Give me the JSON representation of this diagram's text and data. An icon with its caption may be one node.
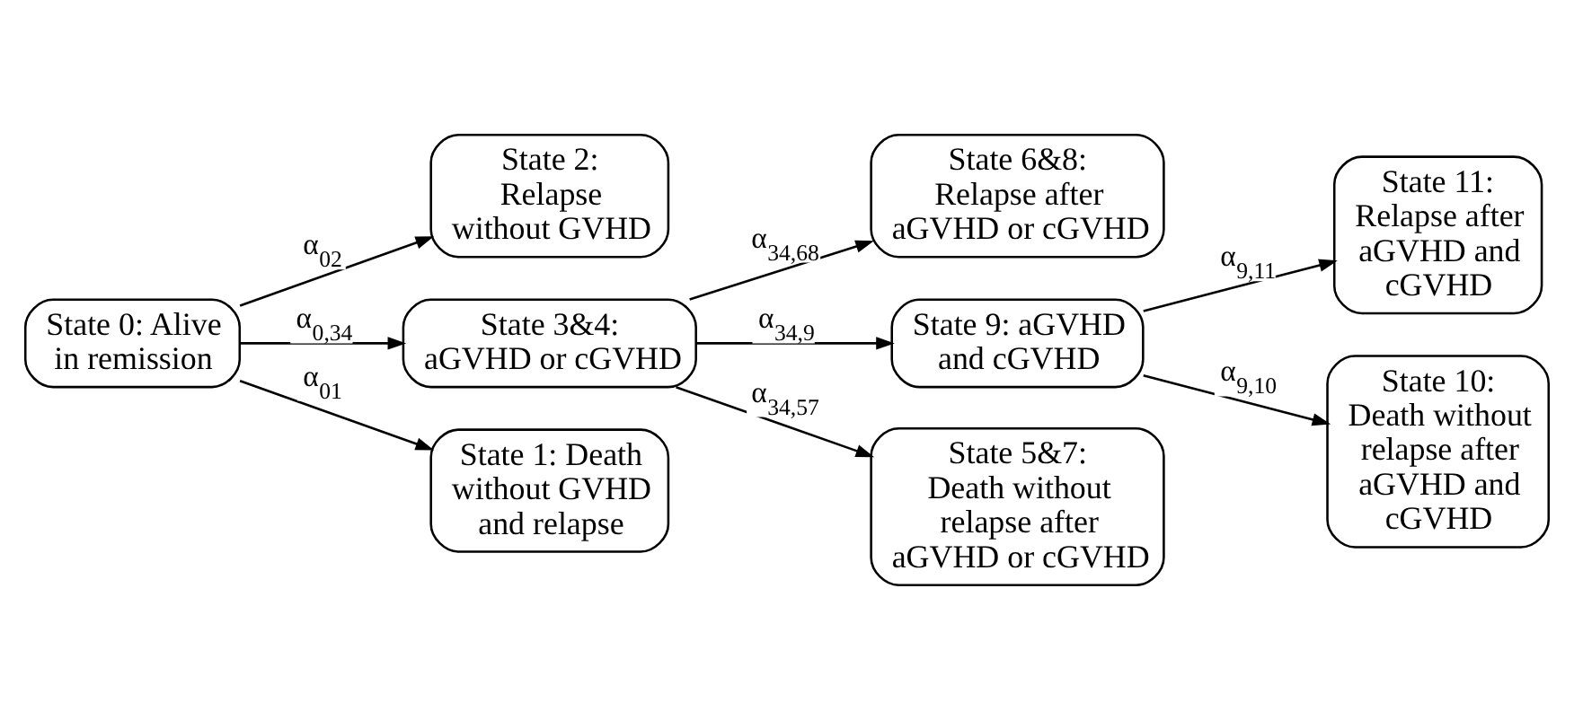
{
  "diagram": {
    "nodes": [
      {
        "text": [
          "State 0: Alive in remission"
        ]
      },
      {
        "text": [
          "State 2: Relapse without GVHD"
        ]
      },
      {
        "text": [
          "State 3&4: aGVHD or cGVHD"
        ]
      },
      {
        "text": [
          "State 1: Death without GVHD and relapse"
        ]
      },
      {
        "text": [
          "State 6&8: Relapse after aGVHD or cGVHD"
        ]
      },
      {
        "text": [
          "State 9: aGVHD and cGVHD"
        ]
      },
      {
        "text": [
          "State 5&7: Death without relapse after aGVHD or cGVHD"
        ]
      },
      {
        "text": [
          "State 11: Relapse after aGVHD and cGVHD"
        ]
      },
      {
        "text": [
          "State 10: Death without relapse after aGVHD and cGVHD"
        ]
      }
    ],
    "edges": [
      {
        "from": 0,
        "to": 1,
        "arrow": "to",
        "label": "α$_{02}$"
      },
      {
        "from": 0,
        "to": 2,
        "arrow": "to",
        "label": "α$_{0,34}$"
      },
      {
        "from": 0,
        "to": 3,
        "arrow": "to",
        "label": "α$_{01}$"
      },
      {
        "from": 2,
        "to": 4,
        "arrow": "to",
        "label": "α$_{34,68}$"
      },
      {
        "from": 2,
        "to": 5,
        "arrow": "to",
        "label": "α$_{34,9}$"
      },
      {
        "from": 2,
        "to": 6,
        "arrow": "to",
        "label": "α$_{34,57}$"
      },
      {
        "from": 5,
        "to": 7,
        "arrow": "to",
        "label": "α$_{9,11}$"
      },
      {
        "from": 5,
        "to": 8,
        "arrow": "to",
        "label": "α$_{9,10}$"
      }
    ]
  }
}
